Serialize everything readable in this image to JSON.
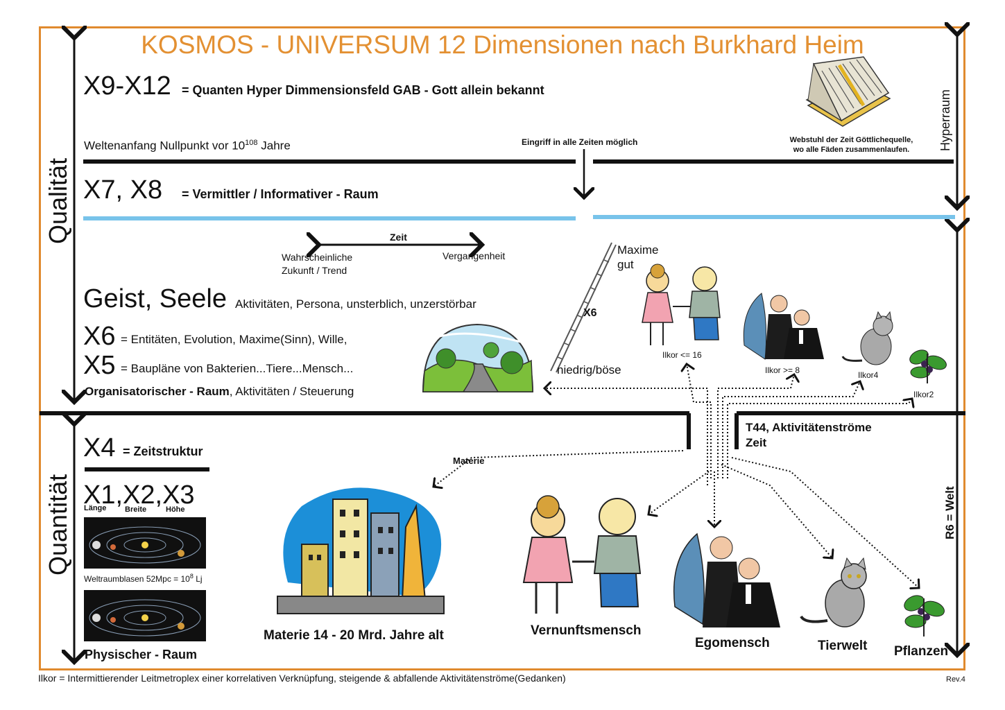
{
  "title": "KOSMOS - UNIVERSUM 12 Dimensionen nach Burkhard Heim",
  "axis_labels": {
    "quality": "Qualität",
    "quantity": "Quantität",
    "hyperspace": "Hyperraum",
    "world": "R6 = Welt"
  },
  "top": {
    "x9_x12_heading": "X9-X12",
    "x9_x12_desc": "= Quanten Hyper Dimmensionsfeld GAB - Gott allein bekannt",
    "origin_text": "Weltenanfang Nullpunkt vor 10",
    "origin_exp": "108",
    "origin_unit": "Jahre",
    "intervention": "Eingriff in alle Zeiten möglich",
    "loom_caption_1": "Webstuhl der Zeit Göttlichequelle,",
    "loom_caption_2": "wo alle Fäden zusammenlaufen.",
    "x7_x8_heading": "X7, X8",
    "x7_x8_desc": "= Vermittler / Informativer - Raum"
  },
  "middle": {
    "time_label": "Zeit",
    "future_1": "Wahrscheinliche",
    "future_2": "Zukunft  /  Trend",
    "past": "Vergangenheit",
    "spirit_heading": "Geist, Seele",
    "spirit_desc": "Aktivitäten, Persona, unsterblich, unzerstörbar",
    "x6_heading": "X6",
    "x6_desc": "= Entitäten, Evolution, Maxime(Sinn), Wille,",
    "x5_heading": "X5",
    "x5_desc": "= Baupläne von Bakterien...Tiere...Mensch...",
    "org_bold": "Organisatorischer - Raum",
    "org_rest": ", Aktivitäten / Steuerung",
    "maxime_1": "Maxime",
    "maxime_2": "gut",
    "ladder_label": "X6",
    "low_label": "niedrig/böse",
    "ilkor16": "Ilkor <= 16",
    "ilkor8": "Ilkor >= 8",
    "ilkor4": "Ilkor4",
    "ilkor2": "Ilkor2"
  },
  "bottom": {
    "x4_heading": "X4",
    "x4_desc": "= Zeitstruktur",
    "x123_heading": "X1,X2,X3",
    "length": "Länge",
    "width": "Breite",
    "height": "Höhe",
    "bubbles_text": "Weltraumblasen 52Mpc = 10",
    "bubbles_exp": "8",
    "bubbles_unit": "Lj",
    "physical": "Physischer - Raum",
    "matter_label": "Materie",
    "matter_caption": "Materie 14 - 20 Mrd. Jahre alt",
    "streams_1": "T44, Aktivitätenströme",
    "streams_2": "Zeit",
    "human": "Vernunftsmensch",
    "ego": "Egomensch",
    "animals": "Tierwelt",
    "plants": "Pflanzen"
  },
  "footer": {
    "note": "Ilkor = Intermittierender Leitmetroplex einer korrelativen Verknüpfung, steigende & abfallende Aktivitätenströme(Gedanken)",
    "rev": "Rev.4"
  },
  "colors": {
    "frame": "#e08a2e",
    "title": "#e39032",
    "divider_blue": "#78c3ea"
  }
}
